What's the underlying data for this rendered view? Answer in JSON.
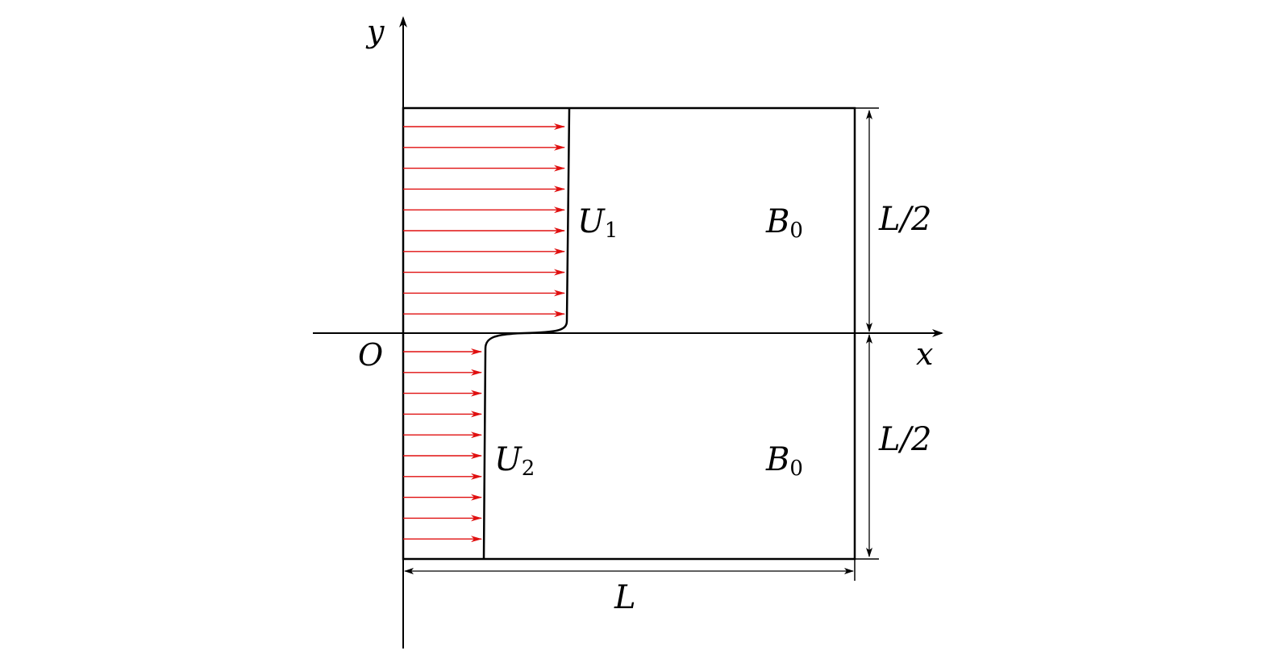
{
  "axes": {
    "x_label": "x",
    "y_label": "y",
    "origin_label": "O"
  },
  "upper_region": {
    "velocity_symbol": "U",
    "velocity_subscript": "1",
    "field_symbol": "B",
    "field_subscript": "0",
    "arrow_count": 10
  },
  "lower_region": {
    "velocity_symbol": "U",
    "velocity_subscript": "2",
    "field_symbol": "B",
    "field_subscript": "0",
    "arrow_count": 10
  },
  "dimensions": {
    "width_label": "L",
    "upper_height_label": "L/2",
    "lower_height_label": "L/2"
  },
  "colors": {
    "arrow": "#e01010",
    "line": "#000000"
  }
}
